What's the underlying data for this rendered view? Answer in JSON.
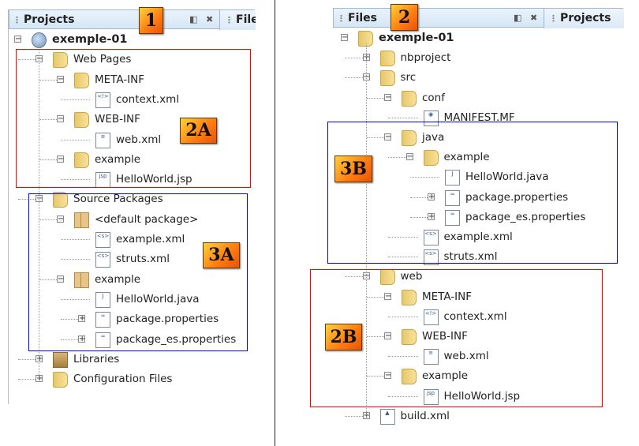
{
  "left": {
    "header": {
      "title": "Projects",
      "other_tab": "Files",
      "minimize_icon": "minimize-icon",
      "close_icon": "close-icon"
    },
    "badge": "1",
    "tree": [
      {
        "label": "exemple-01",
        "level": 0,
        "exp": "-",
        "icon": "globe",
        "bold": true
      },
      {
        "label": "Web Pages",
        "level": 1,
        "exp": "-",
        "icon": "folder"
      },
      {
        "label": "META-INF",
        "level": 2,
        "exp": "-",
        "icon": "folder"
      },
      {
        "label": "context.xml",
        "level": 3,
        "exp": "",
        "icon": "file",
        "glyph": "<!>"
      },
      {
        "label": "WEB-INF",
        "level": 2,
        "exp": "-",
        "icon": "folder"
      },
      {
        "label": "web.xml",
        "level": 3,
        "exp": "",
        "icon": "file",
        "glyph": "≡"
      },
      {
        "label": "example",
        "level": 2,
        "exp": "-",
        "icon": "folder"
      },
      {
        "label": "HelloWorld.jsp",
        "level": 3,
        "exp": "",
        "icon": "file",
        "glyph": "jsp"
      },
      {
        "label": "Source Packages",
        "level": 1,
        "exp": "-",
        "icon": "folder"
      },
      {
        "label": "<default package>",
        "level": 2,
        "exp": "-",
        "icon": "pkg"
      },
      {
        "label": "example.xml",
        "level": 3,
        "exp": "",
        "icon": "file",
        "glyph": "<s>"
      },
      {
        "label": "struts.xml",
        "level": 3,
        "exp": "",
        "icon": "file",
        "glyph": "<s>"
      },
      {
        "label": "example",
        "level": 2,
        "exp": "-",
        "icon": "pkg"
      },
      {
        "label": "HelloWorld.java",
        "level": 3,
        "exp": "",
        "icon": "file",
        "glyph": "J"
      },
      {
        "label": "package.properties",
        "level": 3,
        "exp": "+",
        "icon": "file",
        "glyph": "≈"
      },
      {
        "label": "package_es.properties",
        "level": 3,
        "exp": "+",
        "icon": "file",
        "glyph": "≈"
      },
      {
        "label": "Libraries",
        "level": 1,
        "exp": "+",
        "icon": "lib"
      },
      {
        "label": "Configuration Files",
        "level": 1,
        "exp": "+",
        "icon": "folder"
      }
    ],
    "annotations": [
      "2A",
      "3A"
    ]
  },
  "right": {
    "header": {
      "title": "Files",
      "other_tab": "Projects",
      "minimize_icon": "minimize-icon",
      "close_icon": "close-icon"
    },
    "badge": "2",
    "tree": [
      {
        "label": "exemple-01",
        "level": 0,
        "exp": "-",
        "icon": "folder",
        "bold": true
      },
      {
        "label": "nbproject",
        "level": 1,
        "exp": "+",
        "icon": "folder"
      },
      {
        "label": "src",
        "level": 1,
        "exp": "-",
        "icon": "folder"
      },
      {
        "label": "conf",
        "level": 2,
        "exp": "-",
        "icon": "folder"
      },
      {
        "label": "MANIFEST.MF",
        "level": 3,
        "exp": "",
        "icon": "file",
        "glyph": "◉"
      },
      {
        "label": "java",
        "level": 2,
        "exp": "-",
        "icon": "folder"
      },
      {
        "label": "example",
        "level": 3,
        "exp": "-",
        "icon": "folder"
      },
      {
        "label": "HelloWorld.java",
        "level": 4,
        "exp": "",
        "icon": "file",
        "glyph": "J"
      },
      {
        "label": "package.properties",
        "level": 4,
        "exp": "+",
        "icon": "file",
        "glyph": "≈"
      },
      {
        "label": "package_es.properties",
        "level": 4,
        "exp": "+",
        "icon": "file",
        "glyph": "≈"
      },
      {
        "label": "example.xml",
        "level": 3,
        "exp": "",
        "icon": "file",
        "glyph": "<s>"
      },
      {
        "label": "struts.xml",
        "level": 3,
        "exp": "",
        "icon": "file",
        "glyph": "<s>"
      },
      {
        "label": "web",
        "level": 1,
        "exp": "-",
        "icon": "folder"
      },
      {
        "label": "META-INF",
        "level": 2,
        "exp": "-",
        "icon": "folder"
      },
      {
        "label": "context.xml",
        "level": 3,
        "exp": "",
        "icon": "file",
        "glyph": "<!>"
      },
      {
        "label": "WEB-INF",
        "level": 2,
        "exp": "-",
        "icon": "folder"
      },
      {
        "label": "web.xml",
        "level": 3,
        "exp": "",
        "icon": "file",
        "glyph": "≡"
      },
      {
        "label": "example",
        "level": 2,
        "exp": "-",
        "icon": "folder"
      },
      {
        "label": "HelloWorld.jsp",
        "level": 3,
        "exp": "",
        "icon": "file",
        "glyph": "jsp"
      },
      {
        "label": "build.xml",
        "level": 1,
        "exp": "+",
        "icon": "file",
        "glyph": "▲"
      }
    ],
    "annotations": [
      "3B",
      "2B"
    ]
  },
  "colors": {
    "red_box": "#ff0000",
    "blue_box": "#0000ff"
  }
}
